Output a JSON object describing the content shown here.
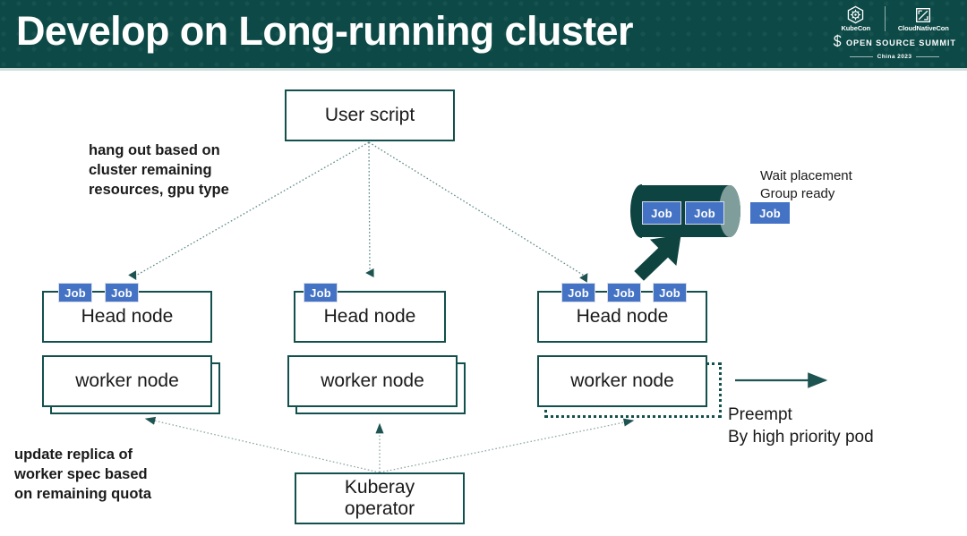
{
  "slide": {
    "title": "Develop on Long-running cluster",
    "header_bg": "#0d4a47",
    "accent": "#12504d",
    "job_color": "#4472c4"
  },
  "logo": {
    "kubecon": "KubeCon",
    "cloudnativecon": "CloudNativeCon",
    "summit": "OPEN SOURCE SUMMIT",
    "year": "China 2023"
  },
  "diagram": {
    "user_script": "User script",
    "kuberay": {
      "line1": "Kuberay",
      "line2": "operator"
    },
    "notes": {
      "left_top": "hang out based on\ncluster remaining\nresources, gpu type",
      "left_bottom": "update replica of\nworker spec based\non remaining quota",
      "wait_placement": "Wait placement\nGroup ready",
      "preempt": "Preempt\nBy high priority pod"
    },
    "clusters": [
      {
        "head_label": "Head node",
        "worker_label": "worker node",
        "jobs": [
          "Job",
          "Job"
        ],
        "worker_style": "stacked"
      },
      {
        "head_label": "Head node",
        "worker_label": "worker node",
        "jobs": [
          "Job"
        ],
        "worker_style": "stacked"
      },
      {
        "head_label": "Head node",
        "worker_label": "worker node",
        "jobs": [
          "Job",
          "Job",
          "Job"
        ],
        "worker_style": "dotted"
      }
    ],
    "queue": {
      "inside_jobs": [
        "Job",
        "Job"
      ],
      "outside_job": "Job"
    }
  }
}
